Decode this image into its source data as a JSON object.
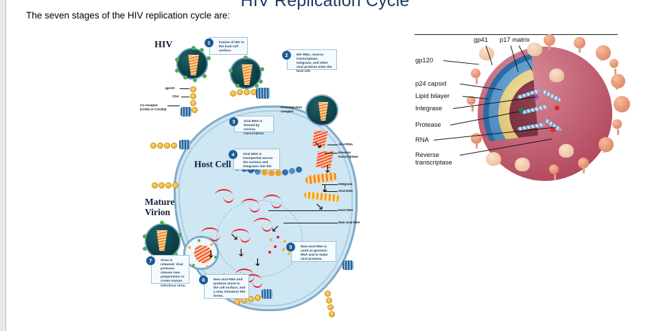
{
  "document": {
    "title": "HIV Replication Cycle",
    "intro_text": "The seven stages of the HIV replication cycle are:"
  },
  "cycle_figure": {
    "name": "hiv-replication-cycle-diagram",
    "headings": {
      "hiv": "HIV",
      "host_cell": "Host Cell",
      "mature_virion": "Mature\nVirion"
    },
    "steps": [
      {
        "number": "1",
        "text": "Fusion of HIV to the host cell surface."
      },
      {
        "number": "2",
        "text": "HIV RNA, reverse transcriptase, integrase, and other viral proteins enter the host cell."
      },
      {
        "number": "3",
        "text": "Viral DNA is formed by reverse transcription."
      },
      {
        "number": "4",
        "text": "Viral DNA is transported across the nucleus and integrates into the host DNA."
      },
      {
        "number": "5",
        "text": "New viral RNA is used as genomic RNA and to make viral proteins."
      },
      {
        "number": "6",
        "text": "New viral RNA and proteins move to the cell surface, and a new, immature HIV forms."
      },
      {
        "number": "7",
        "text": "Virus is released. Viral protease cleaves new polyproteins to create mature infectious virus."
      }
    ],
    "part_labels": [
      {
        "text": "gp120"
      },
      {
        "text": "CD4"
      },
      {
        "text": "Co-receptor\n(CCR5 or CXCR4)"
      },
      {
        "text": "Preintegration\ncomplex"
      },
      {
        "text": "Viral RNA"
      },
      {
        "text": "Reverse\ntranscriptase"
      },
      {
        "text": "Integrase"
      },
      {
        "text": "Viral DNA"
      },
      {
        "text": "Host DNA"
      },
      {
        "text": "New viral RNA"
      }
    ]
  },
  "virion_figure": {
    "name": "hiv-virion-structure-diagram",
    "labels_top": [
      {
        "text": "gp41"
      },
      {
        "text": "p17 matrix"
      }
    ],
    "labels_left": [
      {
        "text": "gp120"
      },
      {
        "text": "p24 capsid"
      },
      {
        "text": "Lipid bilayer"
      },
      {
        "text": "Integrase"
      },
      {
        "text": "Protease"
      },
      {
        "text": "RNA"
      },
      {
        "text": "Reverse\ntranscriptase"
      }
    ]
  },
  "colors": {
    "title": "#1f3864",
    "callout_fill": "#f4fafd",
    "callout_border": "#9fc0d6",
    "badge": "#1d5c96",
    "host_cell_fill": "#cfe6f3",
    "host_cell_border": "#7fa9c9",
    "envelope": "#a93c55",
    "lipid_bilayer": "#2c6ba8",
    "p24_capsid": "#cfae52",
    "core": "#6e2737",
    "rna_red": "#e8202a",
    "spike": "#d9775a",
    "gutter": "#e9eaec"
  }
}
